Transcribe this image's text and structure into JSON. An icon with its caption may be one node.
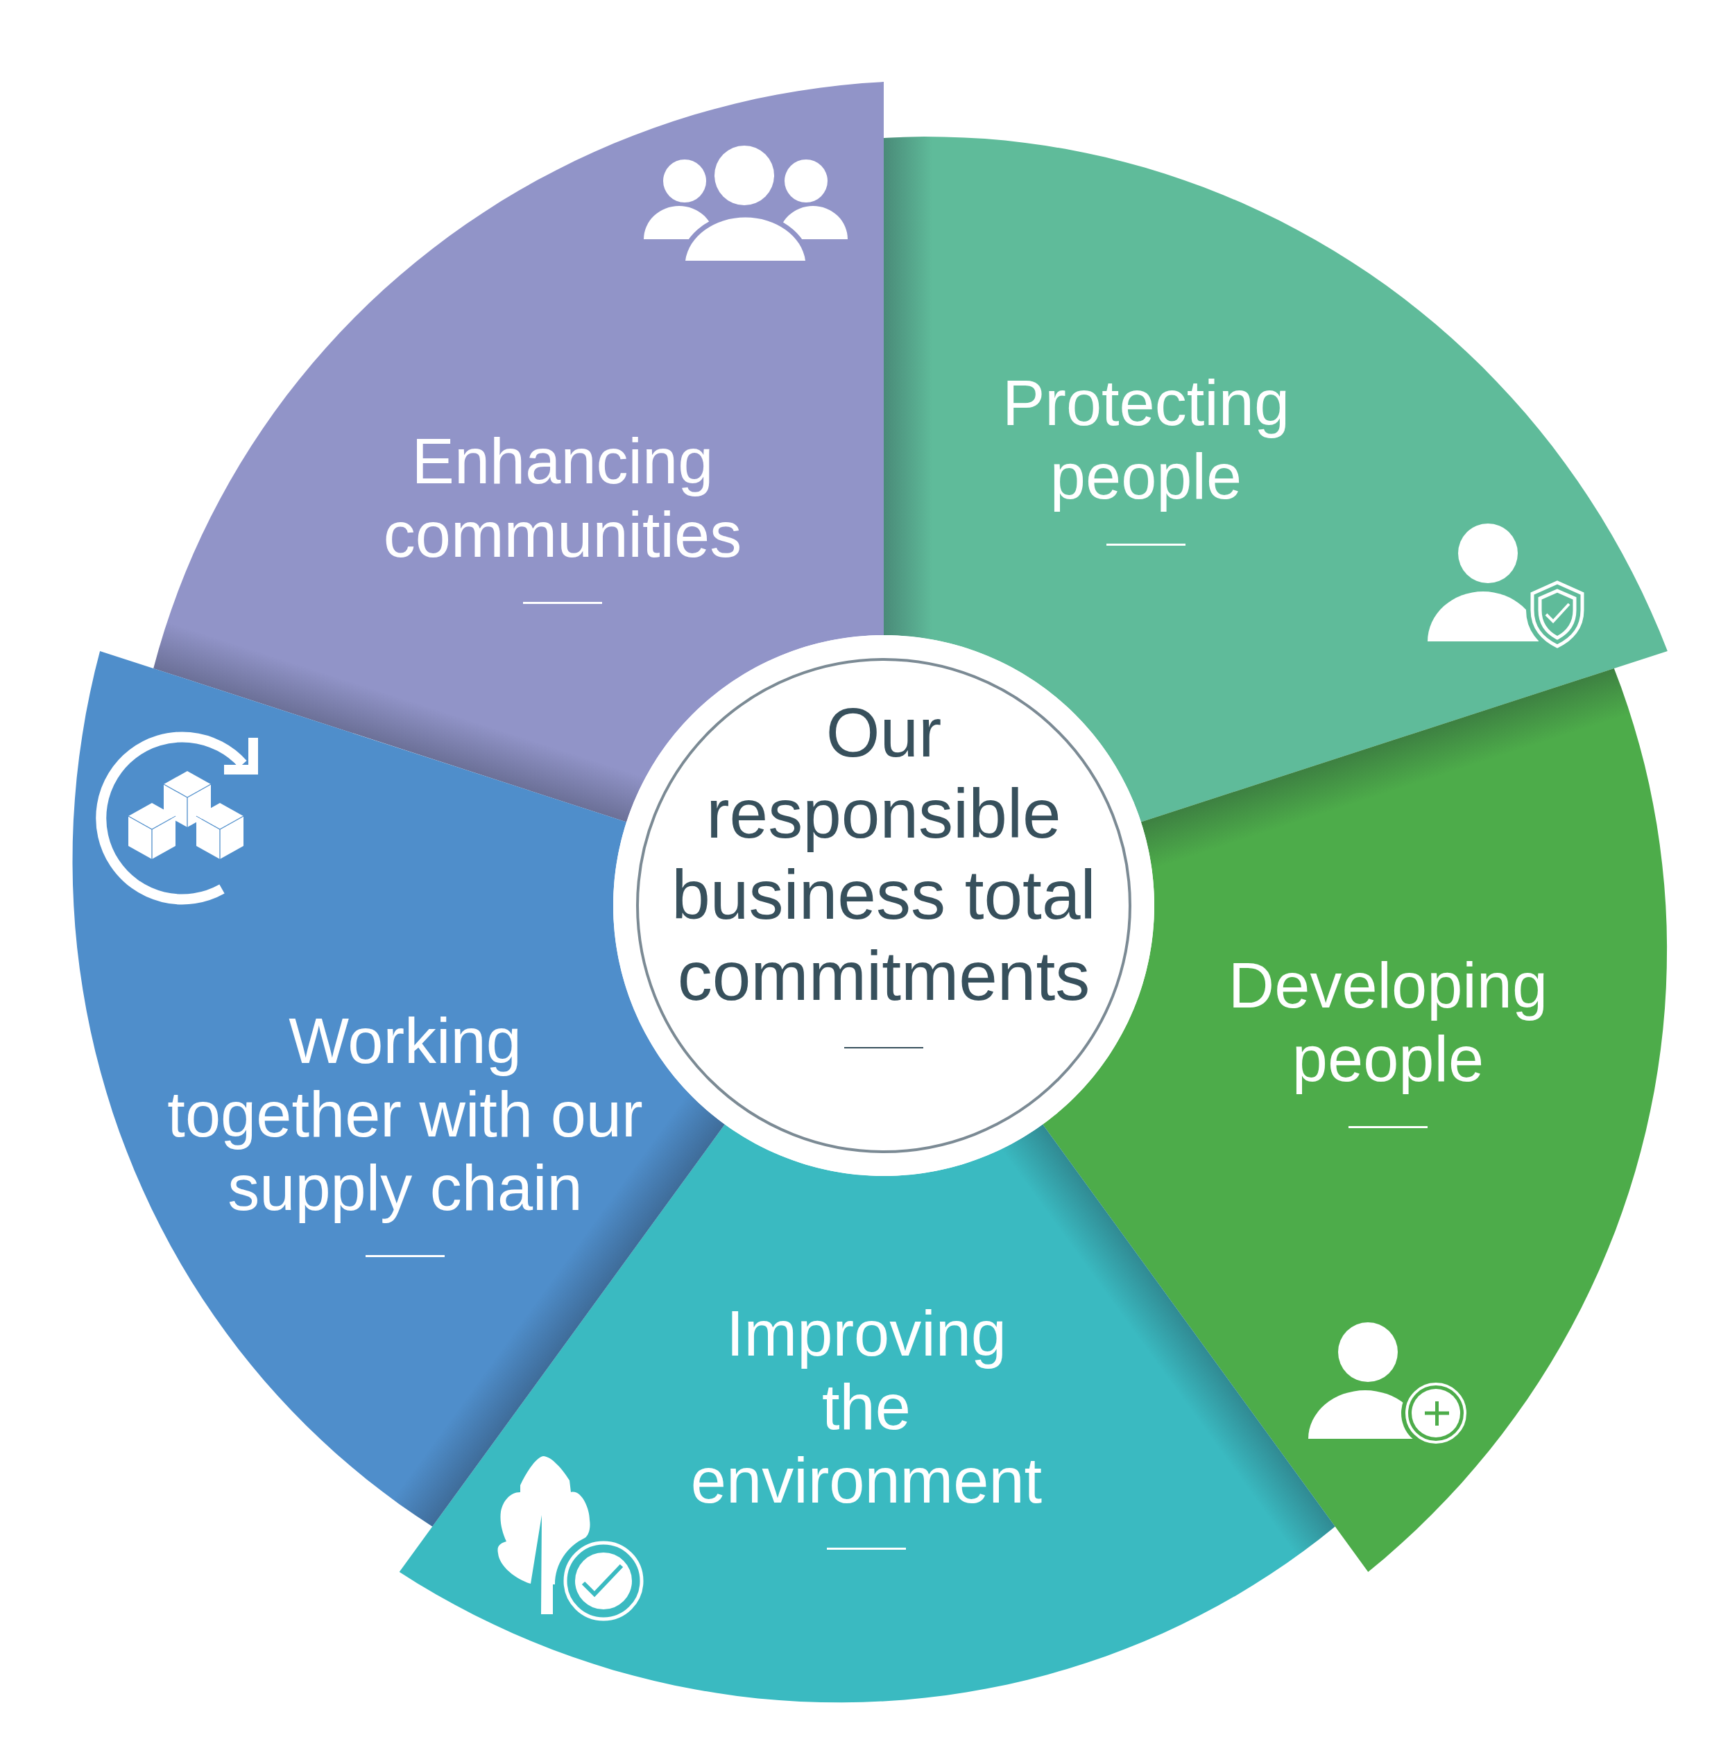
{
  "diagram": {
    "nodes": [
      {
        "text": [
          "Our responsible business total commitments"
        ]
      },
      {
        "text": [
          "Enhancing communities"
        ]
      },
      {
        "text": [
          "Protecting people"
        ]
      },
      {
        "text": [
          "Developing people"
        ]
      },
      {
        "text": [
          "Improving the environment"
        ]
      },
      {
        "text": [
          "Working together with our supply chain"
        ]
      }
    ]
  }
}
